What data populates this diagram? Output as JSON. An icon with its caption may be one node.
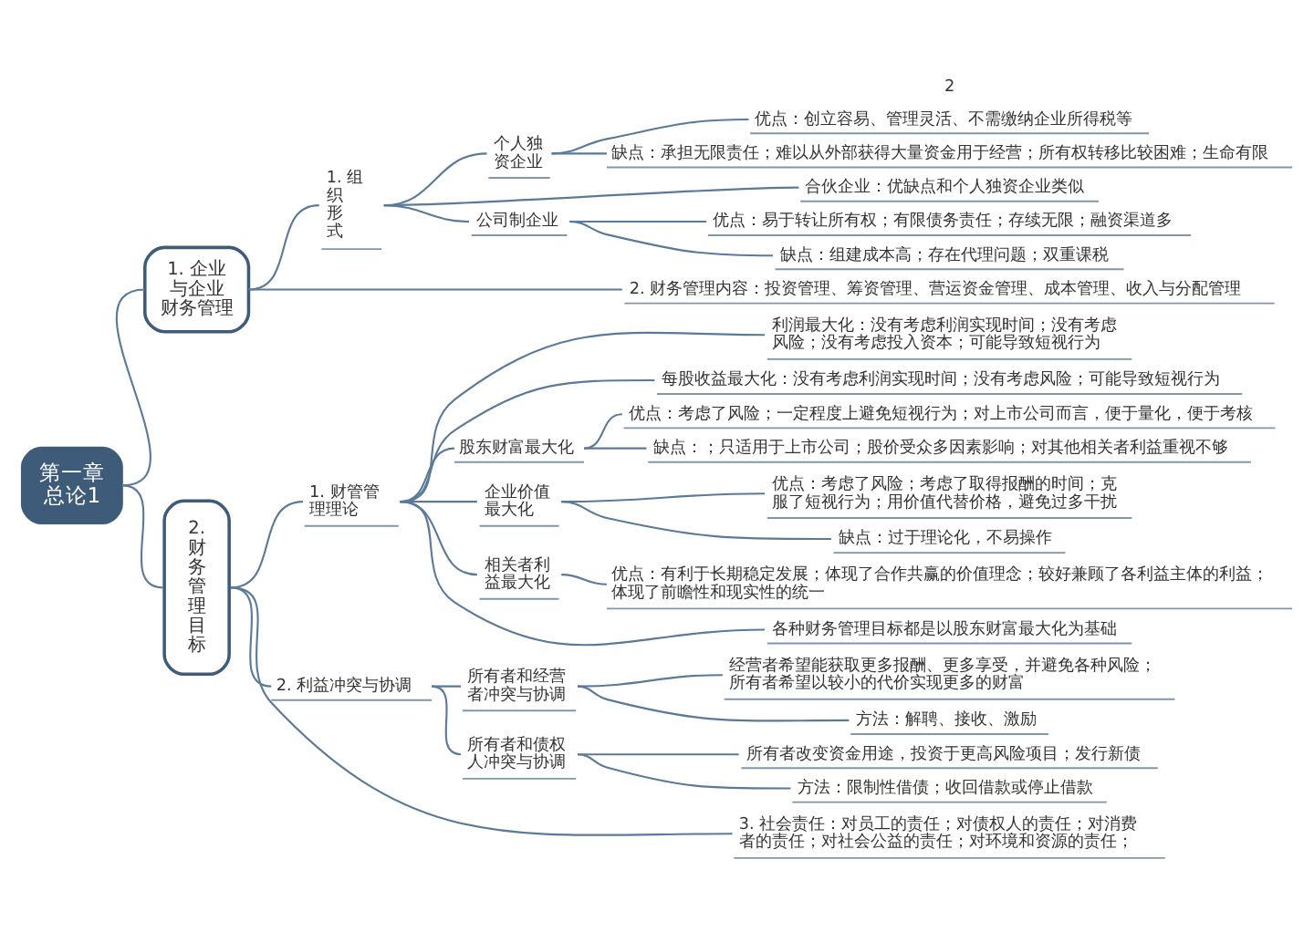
{
  "diagram": {
    "nodes": [
      {
        "text": [
          "第一章总论1"
        ]
      },
      {
        "text": [
          "1. 企业与企业财务管理"
        ]
      },
      {
        "text": [
          "1. 组织形式"
        ]
      },
      {
        "text": [
          "个人独资企业"
        ]
      },
      {
        "text": [
          "优点：创立容易、管理灵活、不需缴纳企业所得税等"
        ]
      },
      {
        "text": [
          "缺点：承担无限责任；难以从外部获得大量资金用于经营；所有权转移比较困难；生命有限"
        ]
      },
      {
        "text": [
          "合伙企业：优缺点和个人独资企业类似"
        ]
      },
      {
        "text": [
          "公司制企业"
        ]
      },
      {
        "text": [
          "优点：易于转让所有权；有限债务责任；存续无限；融资渠道多"
        ]
      },
      {
        "text": [
          "缺点：组建成本高；存在代理问题；双重课税"
        ]
      },
      {
        "text": [
          "2. 财务管理内容：投资管理、筹资管理、营运资金管理、成本管理、收入与分配管理"
        ]
      },
      {
        "text": [
          "2. 财务管理目标"
        ]
      },
      {
        "text": [
          "1. 财管管理理论"
        ]
      },
      {
        "text": [
          "利润最大化：没有考虑利润实现时间；没有考虑风险；没有考虑投入资本；可能导致短视行为"
        ]
      },
      {
        "text": [
          "每股收益最大化：没有考虑利润实现时间；没有考虑风险；可能导致短视行为"
        ]
      },
      {
        "text": [
          "股东财富最大化"
        ]
      },
      {
        "text": [
          "优点：考虑了风险；一定程度上避免短视行为；对上市公司而言，便于量化，便于考核"
        ]
      },
      {
        "text": [
          "缺点：；只适用于上市公司；股价受众多因素影响；对其他相关者利益重视不够"
        ]
      },
      {
        "text": [
          "企业价值最大化"
        ]
      },
      {
        "text": [
          "优点：考虑了风险；考虑了取得报酬的时间；克服了短视行为；用价值代替价格，避免过多干扰"
        ]
      },
      {
        "text": [
          "缺点：过于理论化，不易操作"
        ]
      },
      {
        "text": [
          "相关者利益最大化"
        ]
      },
      {
        "text": [
          "优点：有利于长期稳定发展；体现了合作共赢的价值理念；较好兼顾了各利益主体的利益；体现了前瞻性和现实性的统一"
        ]
      },
      {
        "text": [
          "各种财务管理目标都是以股东财富最大化为基础"
        ]
      },
      {
        "text": [
          "2. 利益冲突与协调"
        ]
      },
      {
        "text": [
          "所有者和经营者冲突与协调"
        ]
      },
      {
        "text": [
          "经营者希望能获取更多报酬、更多享受，并避免各种风险；所有者希望以较小的代价实现更多的财富"
        ]
      },
      {
        "text": [
          "方法：解聘、接收、激励"
        ]
      },
      {
        "text": [
          "所有者和债权人冲突与协调"
        ]
      },
      {
        "text": [
          "所有者改变资金用途，投资于更高风险项目；发行新债"
        ]
      },
      {
        "text": [
          "方法：限制性借债；收回借款或停止借款"
        ]
      },
      {
        "text": [
          "3. 社会责任：对员工的责任；对债权人的责任；对消费者的责任；对社会公益的责任；对环境和资源的责任；"
        ]
      }
    ],
    "edges": [
      {
        "from": 0,
        "to": 1,
        "arrow": "none"
      },
      {
        "from": 1,
        "to": 2,
        "arrow": "none"
      },
      {
        "from": 2,
        "to": 3,
        "arrow": "none"
      },
      {
        "from": 3,
        "to": 4,
        "arrow": "none"
      },
      {
        "from": 3,
        "to": 5,
        "arrow": "none"
      },
      {
        "from": 2,
        "to": 6,
        "arrow": "none"
      },
      {
        "from": 2,
        "to": 7,
        "arrow": "none"
      },
      {
        "from": 7,
        "to": 8,
        "arrow": "none"
      },
      {
        "from": 7,
        "to": 9,
        "arrow": "none"
      },
      {
        "from": 1,
        "to": 10,
        "arrow": "none"
      },
      {
        "from": 0,
        "to": 11,
        "arrow": "none"
      },
      {
        "from": 11,
        "to": 12,
        "arrow": "none"
      },
      {
        "from": 12,
        "to": 13,
        "arrow": "none"
      },
      {
        "from": 12,
        "to": 14,
        "arrow": "none"
      },
      {
        "from": 12,
        "to": 15,
        "arrow": "none"
      },
      {
        "from": 15,
        "to": 16,
        "arrow": "none"
      },
      {
        "from": 15,
        "to": 17,
        "arrow": "none"
      },
      {
        "from": 12,
        "to": 18,
        "arrow": "none"
      },
      {
        "from": 18,
        "to": 19,
        "arrow": "none"
      },
      {
        "from": 18,
        "to": 20,
        "arrow": "none"
      },
      {
        "from": 12,
        "to": 21,
        "arrow": "none"
      },
      {
        "from": 21,
        "to": 22,
        "arrow": "none"
      },
      {
        "from": 12,
        "to": 23,
        "arrow": "none"
      },
      {
        "from": 11,
        "to": 24,
        "arrow": "none"
      },
      {
        "from": 24,
        "to": 25,
        "arrow": "none"
      },
      {
        "from": 25,
        "to": 26,
        "arrow": "none"
      },
      {
        "from": 25,
        "to": 27,
        "arrow": "none"
      },
      {
        "from": 24,
        "to": 28,
        "arrow": "none"
      },
      {
        "from": 28,
        "to": 29,
        "arrow": "none"
      },
      {
        "from": 28,
        "to": 30,
        "arrow": "none"
      },
      {
        "from": 11,
        "to": 31,
        "arrow": "none"
      }
    ],
    "labels": [
      "2"
    ]
  }
}
